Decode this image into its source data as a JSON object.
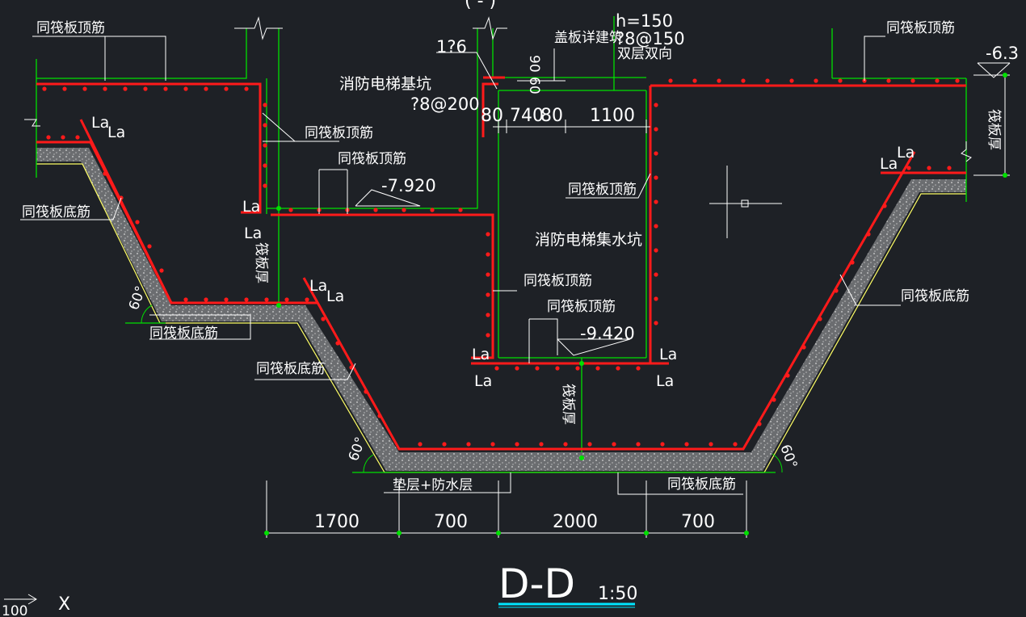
{
  "title": "D-D",
  "scale": "1:50",
  "top_fragment": "( - )",
  "labels": {
    "raft_top_1": "同筏板顶筋",
    "raft_top_2": "同筏板顶筋",
    "raft_top_3": "同筏板顶筋",
    "raft_top_4": "同筏板顶筋",
    "raft_top_5": "同筏板顶筋",
    "raft_top_6": "同筏板顶筋",
    "raft_top_7": "同筏板顶筋",
    "raft_bot_1": "同筏板底筋",
    "raft_bot_2": "同筏板底筋",
    "raft_bot_3": "同筏板底筋",
    "raft_bot_4": "同筏板底筋",
    "raft_bot_5": "同筏板底筋",
    "pit_base": "消防电梯基坑",
    "pit_sump": "消防电梯集水坑",
    "cover_note": "盖板详建筑",
    "h_note": "h=150",
    "rebar_note": "?8@150",
    "two_way": "双层双向",
    "rebar_200": "?8@200",
    "ref_6": "1?6",
    "cushion": "垫层+防水层",
    "thick_1": "筏板厚",
    "thick_2": "筏板厚",
    "thick_3": "筏板厚",
    "slope_1": "60°",
    "slope_2": "60°",
    "slope_3": "60°",
    "dim_vert": "90 60",
    "axis_x": "X",
    "axis_100": "100"
  },
  "levels": {
    "l1": "-6.3",
    "l2": "-7.920",
    "l3": "-9.420"
  },
  "dims": {
    "d_80": "80",
    "d_740": "740",
    "d_80b": "80",
    "d_1100": "1100",
    "d_1700": "1700",
    "d_700a": "700",
    "d_2000": "2000",
    "d_700b": "700"
  },
  "la": {
    "la1": "La",
    "la2": "La",
    "la3": "La",
    "la4": "La",
    "la5": "La",
    "la6": "La",
    "la7": "La",
    "la8": "La",
    "la9": "La",
    "la10": "La",
    "la11": "La",
    "la12": "La"
  },
  "colors": {
    "background": "#1e2126",
    "rebar": "#ff1a1a",
    "concrete_line": "#00e000",
    "text": "#ffffff",
    "cushion_line": "#ffff66",
    "title_underline": "#00e5ff"
  }
}
